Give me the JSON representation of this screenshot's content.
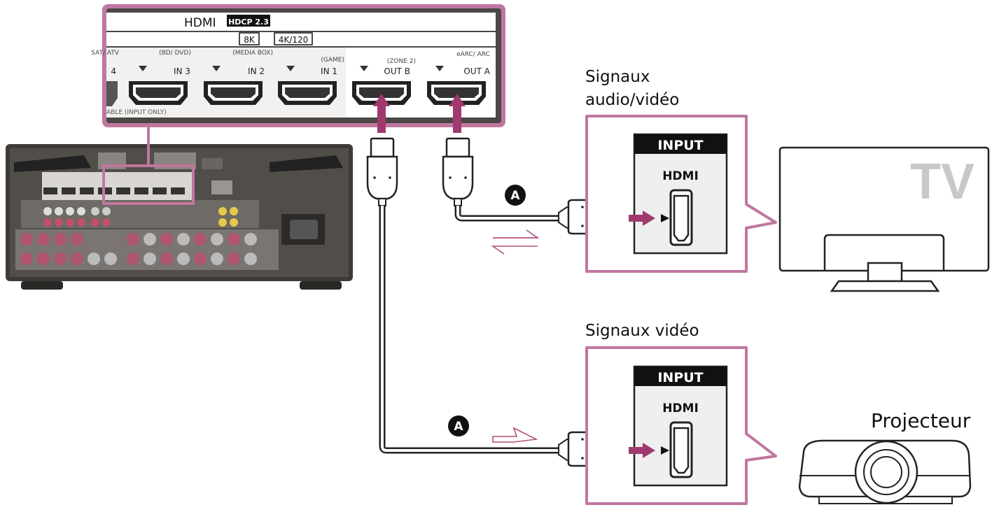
{
  "panel": {
    "hdmi_title": "HDMI",
    "hdcp_badge": "HDCP 2.3",
    "badge_8k": "8K",
    "badge_4k120": "4K/120",
    "ports": [
      {
        "sub": "SAT/ ATV",
        "name": "4"
      },
      {
        "sub": "(BD/ DVD)",
        "name": "IN 3"
      },
      {
        "sub": "(MEDIA BOX)",
        "name": "IN 2"
      },
      {
        "sub": "(GAME)",
        "name": "IN 1"
      },
      {
        "sub": "(ZONE 2)",
        "name": "OUT B"
      },
      {
        "sub": "eARC/ ARC",
        "name": "OUT A"
      }
    ],
    "footer": "ABLE (INPUT ONLY)"
  },
  "cable_label": "A",
  "tv_device": {
    "caption": [
      "Signaux",
      "audio/vidéo"
    ],
    "input_header": "INPUT",
    "input_label": "HDMI",
    "device_label": "TV"
  },
  "projector_device": {
    "caption": "Signaux vidéo",
    "input_header": "INPUT",
    "input_label": "HDMI",
    "device_label": "Projecteur"
  },
  "colors": {
    "accent": "#c0779f",
    "arrow": "#a03a6e",
    "receiver": "#3a3836",
    "tv_text": "#c8c8c8"
  }
}
